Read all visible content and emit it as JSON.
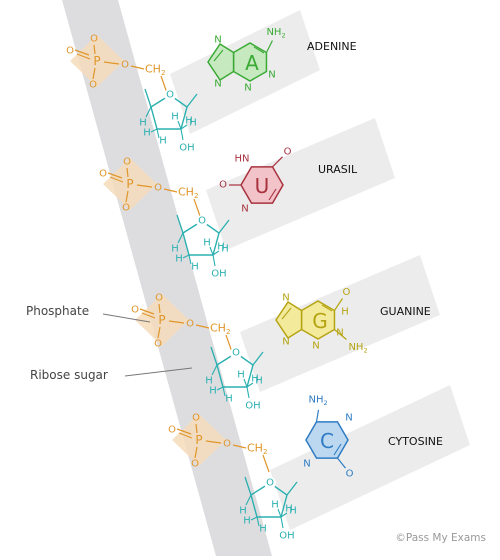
{
  "bases": [
    {
      "letter": "A",
      "name": "ADENINE",
      "color": "#3aaa35",
      "fill": "#c6e9c0"
    },
    {
      "letter": "U",
      "name": "URASIL",
      "color": "#a8323e",
      "fill": "#f2c4ca"
    },
    {
      "letter": "G",
      "name": "GUANINE",
      "color": "#b5a412",
      "fill": "#f3ea9c"
    },
    {
      "letter": "C",
      "name": "CYTOSINE",
      "color": "#2f7cc4",
      "fill": "#bcd8f0"
    }
  ],
  "callouts": {
    "phosphate": "Phosphate",
    "ribose": "Ribose sugar"
  },
  "atoms": {
    "P": "P",
    "O": "O",
    "H": "H",
    "HN": "HN",
    "N": "N",
    "NH2": "NH",
    "OH": "OH",
    "CH2": "CH",
    "sub2": "2"
  },
  "colors": {
    "phosphate": "#e0962a",
    "phosphate_fill": "#f6dcbb",
    "sugar": "#2bb0b0",
    "backbone": "#dcdcdc"
  },
  "copyright": "©Pass My Exams"
}
